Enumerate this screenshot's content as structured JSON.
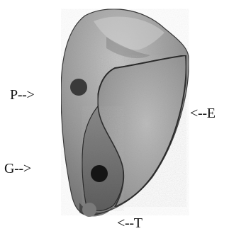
{
  "labels": {
    "p": "P-->",
    "e": "<--E",
    "g": "G-->",
    "t": "<--T"
  },
  "colors": {
    "background": "#ffffff",
    "outer_body": "#8f8f8f",
    "outer_highlight": "#b8b8b8",
    "inner_region_e": "#a9a9a9",
    "inner_region_g": "#6f6f6f",
    "dot_p": "#3a3a3a",
    "dot_g": "#151515",
    "dot_t": "#7a7a7a",
    "outline": "#2a2a2a",
    "text": "#111111"
  }
}
